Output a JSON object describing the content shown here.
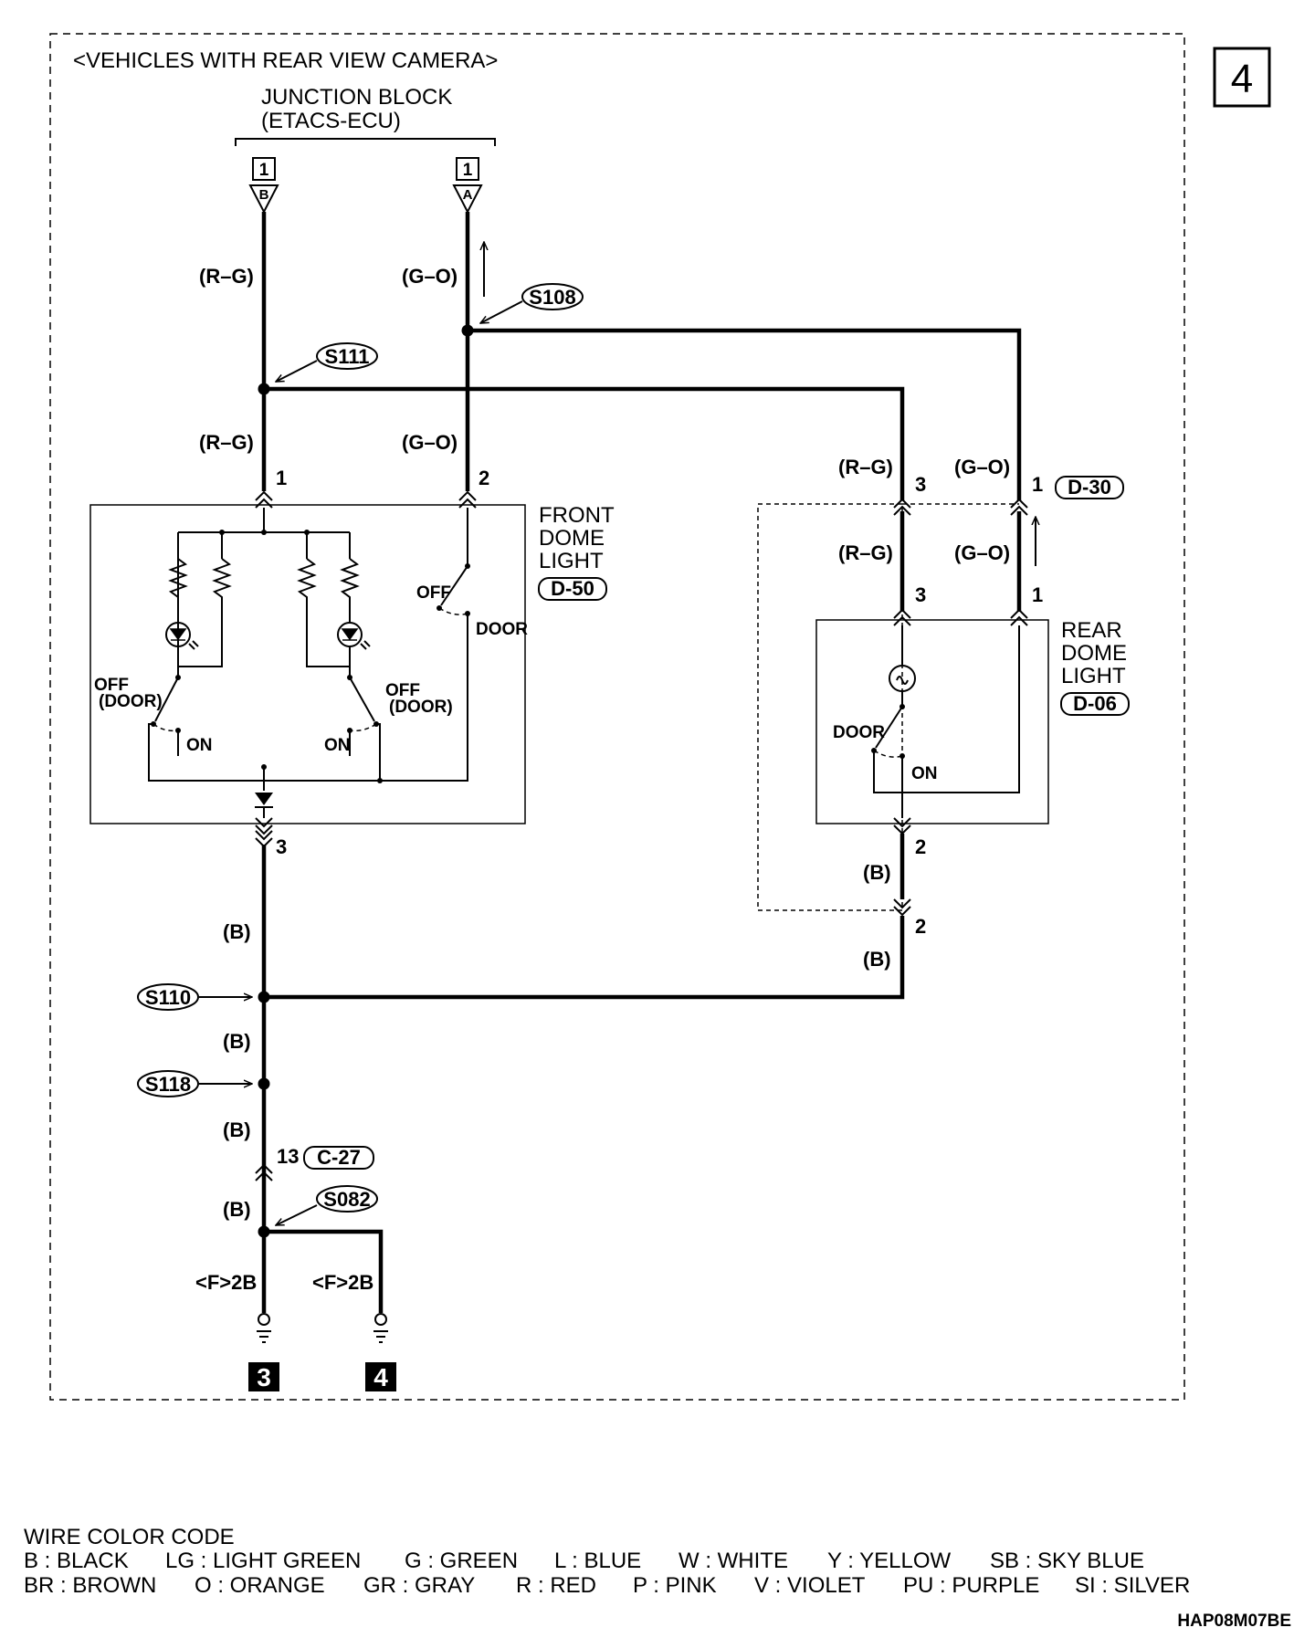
{
  "page_number": "4",
  "condition": "<VEHICLES WITH REAR VIEW CAMERA>",
  "junction_block": {
    "line1": "JUNCTION BLOCK",
    "line2": "(ETACS-ECU)",
    "connector_b": {
      "num": "1",
      "letter": "B"
    },
    "connector_a": {
      "num": "1",
      "letter": "A"
    }
  },
  "wires": {
    "rg": "(R–G)",
    "go": "(G–O)",
    "b": "(B)",
    "f2b": "<F>2B"
  },
  "splices": {
    "s111": "S111",
    "s108": "S108",
    "s110": "S110",
    "s118": "S118",
    "s082": "S082"
  },
  "front_dome": {
    "line1": "FRONT",
    "line2": "DOME",
    "line3": "LIGHT",
    "code": "D-50",
    "pin1": "1",
    "pin2": "2",
    "pin3": "3",
    "off": "OFF",
    "door": "DOOR",
    "off_door_1": "OFF",
    "off_door_2": "(DOOR)",
    "on": "ON"
  },
  "rear_dome": {
    "line1": "REAR",
    "line2": "DOME",
    "line3": "LIGHT",
    "code": "D-06",
    "pin3": "3",
    "pin1": "1",
    "pin2": "2",
    "door": "DOOR",
    "on": "ON"
  },
  "connector_d30": {
    "code": "D-30",
    "pin3": "3",
    "pin1": "1",
    "pin2": "2"
  },
  "connector_c27": {
    "pin": "13",
    "code": "C-27"
  },
  "grounds": [
    "3",
    "4"
  ],
  "wire_color_code": {
    "title": "WIRE COLOR CODE",
    "row1": [
      "B : BLACK",
      "LG : LIGHT GREEN",
      "G : GREEN",
      "L : BLUE",
      "W : WHITE",
      "Y : YELLOW",
      "SB : SKY BLUE"
    ],
    "row2": [
      "BR : BROWN",
      "O : ORANGE",
      "GR : GRAY",
      "R : RED",
      "P : PINK",
      "V : VIOLET",
      "PU : PURPLE",
      "SI : SILVER"
    ]
  },
  "doc_code": "HAP08M07BE"
}
